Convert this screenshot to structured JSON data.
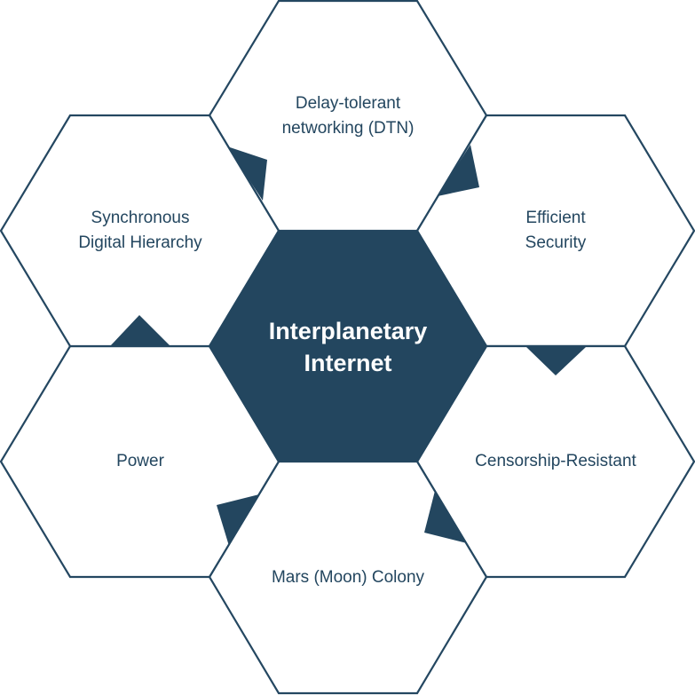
{
  "center": {
    "line1": "Interplanetary",
    "line2": "Internet"
  },
  "nodes": {
    "top": {
      "line1": "Delay-tolerant",
      "line2": "networking (DTN)"
    },
    "upper_right": {
      "line1": "Efficient",
      "line2": "Security"
    },
    "lower_right": {
      "line1": "Censorship-Resistant"
    },
    "bottom": {
      "line1": "Mars (Moon) Colony"
    },
    "lower_left": {
      "line1": "Power"
    },
    "upper_left": {
      "line1": "Synchronous",
      "line2": "Digital Hierarchy"
    }
  },
  "colors": {
    "accent": "#23465f",
    "background": "#ffffff"
  }
}
